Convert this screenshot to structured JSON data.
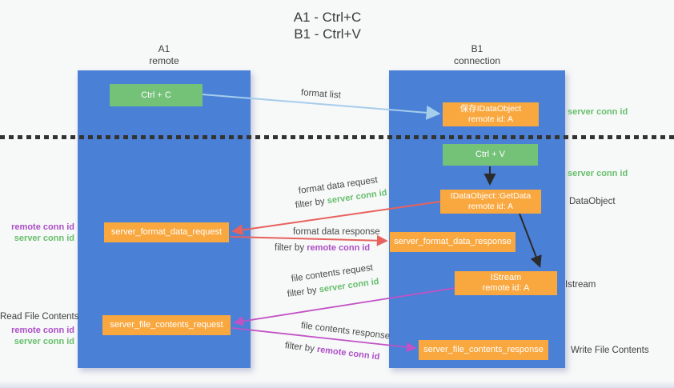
{
  "title": {
    "line1": "A1 - Ctrl+C",
    "line2": "B1 - Ctrl+V"
  },
  "lanes": {
    "a1": {
      "name": "A1",
      "subtitle": "remote"
    },
    "b1": {
      "name": "B1",
      "subtitle": "connection"
    }
  },
  "nodes": {
    "ctrl_c": {
      "label": "Ctrl + C"
    },
    "ctrl_v": {
      "label": "Ctrl + V"
    },
    "save_idataobject": {
      "line1": "保存IDataObject",
      "line2": "remote id: A"
    },
    "getdata": {
      "line1": "IDataObject::GetData",
      "line2": "remote id: A"
    },
    "istream": {
      "line1": "IStream",
      "line2": "remote id: A"
    },
    "server_format_data_request": {
      "label": "server_format_data_request"
    },
    "server_format_data_response": {
      "label": "server_format_data_response"
    },
    "server_file_contents_request": {
      "label": "server_file_contents_request"
    },
    "server_file_contents_response": {
      "label": "server_file_contents_response"
    }
  },
  "edge_labels": {
    "format_list": "format list",
    "format_data_request": "format data request",
    "format_data_response": "format data response",
    "file_contents_request": "file contents request",
    "file_contents_response": "file contents response",
    "filter_by": "filter by",
    "server_conn_id": "server conn id",
    "remote_conn_id": "remote conn id"
  },
  "side_labels": {
    "right_server_conn_id_top": "server conn id",
    "right_server_conn_id_mid": "server conn id",
    "dataobject": "DataObject",
    "istream": "Istream",
    "write_file_contents": "Write File Contents",
    "read_file_contents": "Read File Contents",
    "left_remote_conn_id_format": "remote conn id",
    "left_server_conn_id_format": "server conn id",
    "left_remote_conn_id_file": "remote conn id",
    "left_server_conn_id_file": "server conn id"
  },
  "colors": {
    "lane_blue": "#4a80d5",
    "node_orange": "#f9a840",
    "node_green": "#74c178",
    "label_green": "#67bf6d",
    "label_purple": "#ab4ec6",
    "arrow_red": "#e7625d",
    "arrow_magenta": "#c152c5",
    "arrow_light_blue": "#a5cdec",
    "arrow_black": "#2b2b2b",
    "dotted_line": "#333333"
  }
}
